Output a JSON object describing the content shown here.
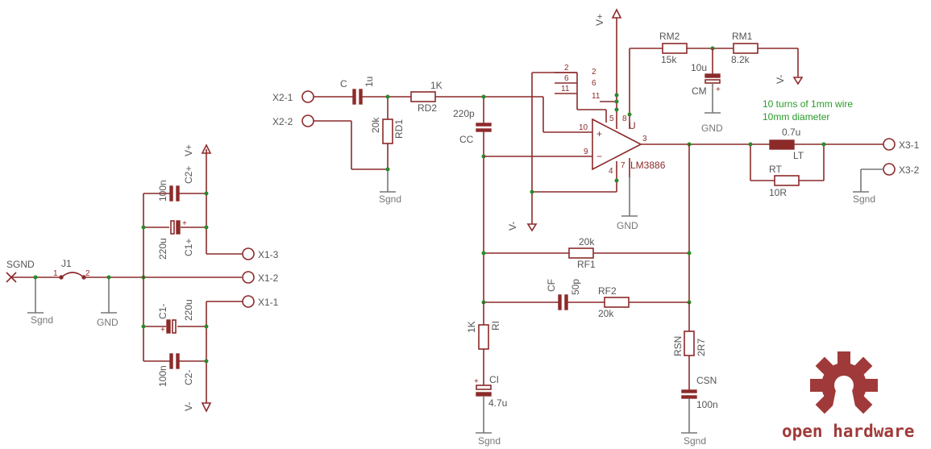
{
  "labels": {
    "sgnd_left": "SGND",
    "j1": "J1",
    "j1_p1": "1",
    "j1_p2": "2",
    "sgnd": "Sgnd",
    "gnd": "GND",
    "x1_1": "X1-1",
    "x1_2": "X1-2",
    "x1_3": "X1-3",
    "c2p_name": "C2+",
    "c2p_val": "100n",
    "c1p_name": "C1+",
    "c1p_val": "220u",
    "c1m_name": "C1-",
    "c1m_val": "220u",
    "c2m_name": "C2-",
    "c2m_val": "100n",
    "vplus": "V+",
    "vminus": "V-",
    "x2_1": "X2-1",
    "x2_2": "X2-2",
    "c_name": "C",
    "c_val": "1u",
    "rd1_name": "RD1",
    "rd1_val": "20k",
    "rd2_name": "RD2",
    "rd2_val": "1K",
    "cc_name": "CC",
    "cc_val": "220p",
    "ic_name": "LM3886",
    "ic_u": "U",
    "rm2_name": "RM2",
    "rm2_val": "15k",
    "rm1_name": "RM1",
    "rm1_val": "8.2k",
    "cm_name": "CM",
    "cm_val": "10u",
    "coil_note1": "10 turns of 1mm wire",
    "coil_note2": "10mm diameter",
    "lt_name": "LT",
    "lt_val": "0.7u",
    "rt_name": "RT",
    "rt_val": "10R",
    "x3_1": "X3-1",
    "x3_2": "X3-2",
    "rf1_name": "RF1",
    "rf1_val": "20k",
    "cf_name": "CF",
    "cf_val": "50p",
    "rf2_name": "RF2",
    "rf2_val": "20k",
    "ri_name": "RI",
    "ri_val": "1K",
    "ci_name": "CI",
    "ci_val": "4.7u",
    "rsn_name": "RSN",
    "rsn_val": "2R7",
    "csn_name": "CSN",
    "csn_val": "100n",
    "pins": {
      "p2a": "2",
      "p6a": "6",
      "p11a": "11",
      "p2b": "2",
      "p6b": "6",
      "p11b": "11",
      "p5": "5",
      "p8": "8",
      "p10": "10",
      "p9": "9",
      "p3": "3",
      "p7": "7",
      "p4": "4",
      "plus": "+",
      "minus": "−"
    },
    "logo_text": "open hardware"
  },
  "colors": {
    "schematic": "#8c2a2a",
    "ground": "#777777",
    "junction": "#2a8a2a",
    "note": "#2a9a2a",
    "logo": "#a03a3a"
  }
}
